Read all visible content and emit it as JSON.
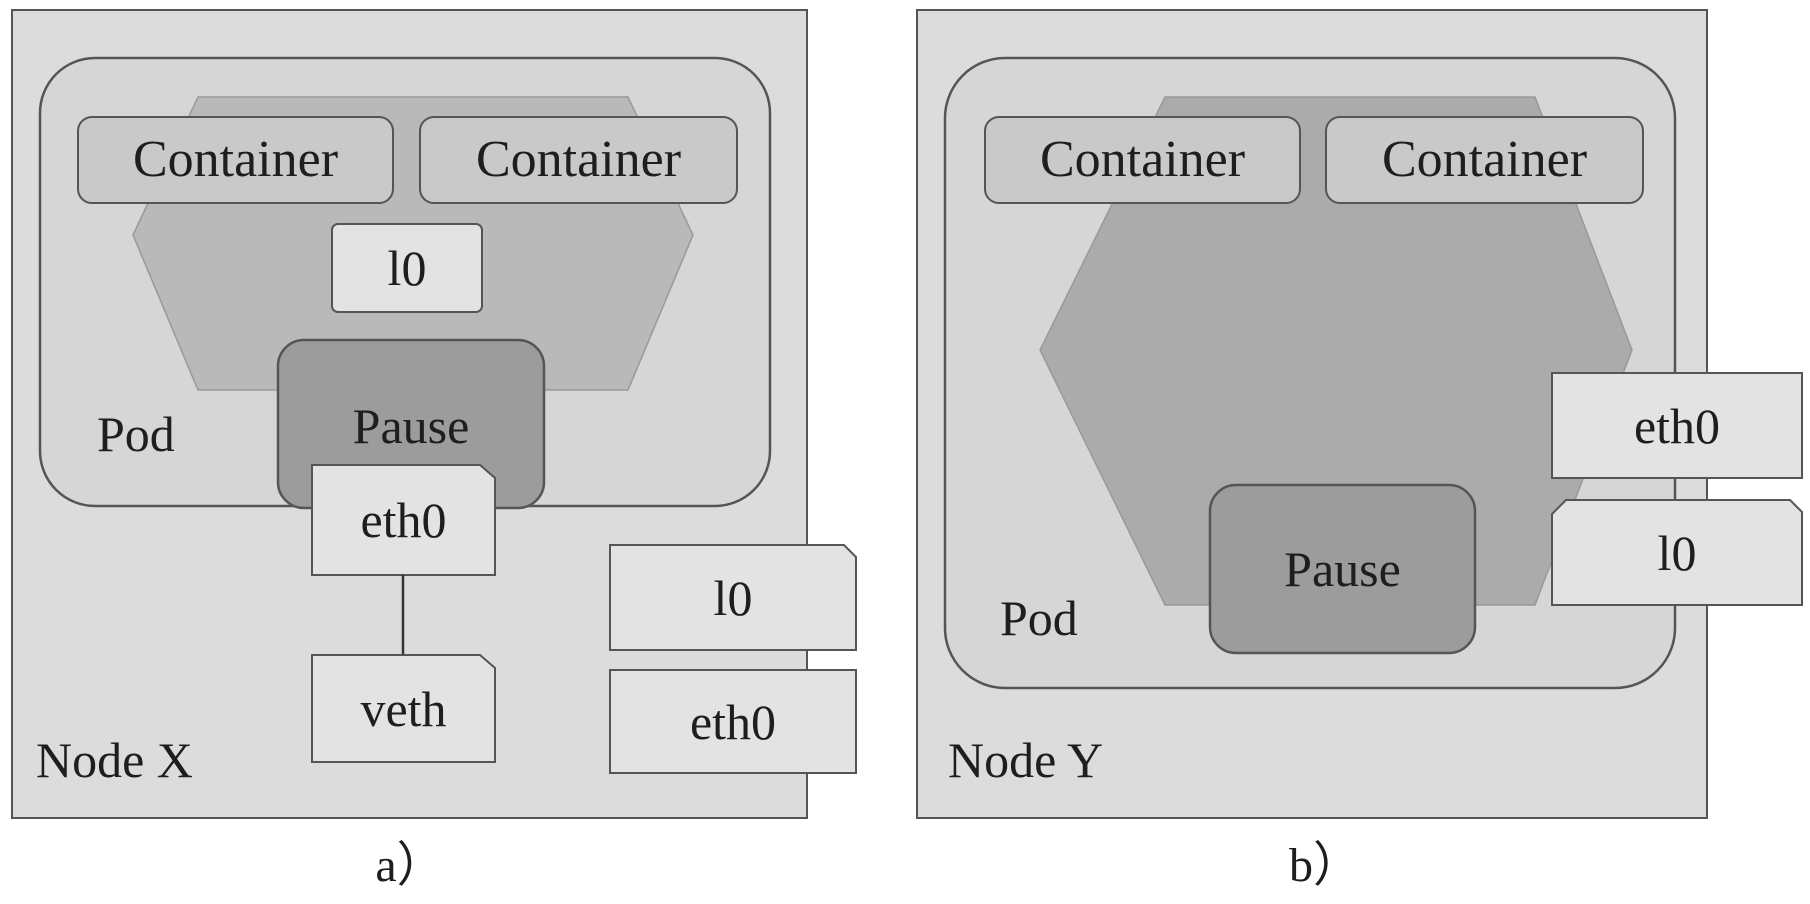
{
  "panel_a": {
    "caption": "a）",
    "node_label": "Node X",
    "pod_label": "Pod",
    "containers": [
      "Container",
      "Container"
    ],
    "pod_loopback": "l0",
    "pause": "Pause",
    "pod_eth": "eth0",
    "veth": "veth",
    "host_interfaces": [
      "l0",
      "eth0"
    ]
  },
  "panel_b": {
    "caption": "b）",
    "node_label": "Node Y",
    "pod_label": "Pod",
    "containers": [
      "Container",
      "Container"
    ],
    "pause": "Pause",
    "host_interfaces": [
      "eth0",
      "l0"
    ]
  },
  "colors": {
    "node_fill": "#dcdcdc",
    "pod_fill": "#d6d6d6",
    "namespace_a_fill": "#b9b9b9",
    "namespace_b_fill": "#ababab",
    "container_fill": "#c9c9c9",
    "pause_fill": "#9c9c9c",
    "interface_fill": "#e3e3e3",
    "stroke": "#555555"
  }
}
